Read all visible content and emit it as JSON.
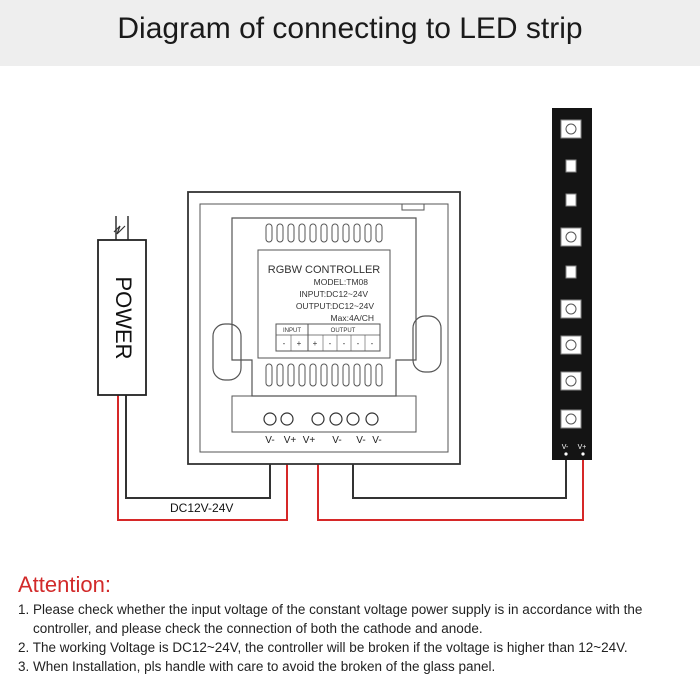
{
  "header": {
    "title": "Diagram of connecting to LED strip"
  },
  "power": {
    "label": "POWER",
    "voltage_label": "DC12V-24V"
  },
  "controller": {
    "title": "RGBW CONTROLLER",
    "model": "MODEL:TM08",
    "input": "INPUT:DC12~24V",
    "output": "OUTPUT:DC12~24V",
    "max": "Max:4A/CH",
    "input_group": "INPUT",
    "output_group": "OUTPUT",
    "small_terminals": [
      "-",
      "+",
      "+",
      "-",
      "-",
      "-",
      "-"
    ],
    "terminal_labels": [
      "V-",
      "V+",
      "V+",
      "V-",
      "V-",
      "V-"
    ]
  },
  "strip": {
    "terminal_labels": [
      "V-",
      "V+"
    ]
  },
  "colors": {
    "red_wire": "#d62828",
    "black_wire": "#333333",
    "attention": "#d22a2a"
  },
  "attention": {
    "title": "Attention:",
    "items": [
      {
        "line1": "1. Please check whether the input voltage of the constant voltage power supply is in accordance with the",
        "line2": "controller, and please check the connection of both the cathode and anode."
      },
      {
        "line1": "2. The working Voltage is DC12~24V, the controller will be broken if the voltage is higher than 12~24V.",
        "line2": ""
      },
      {
        "line1": "3. When Installation, pls handle with care to avoid the broken of the glass panel.",
        "line2": ""
      }
    ]
  }
}
